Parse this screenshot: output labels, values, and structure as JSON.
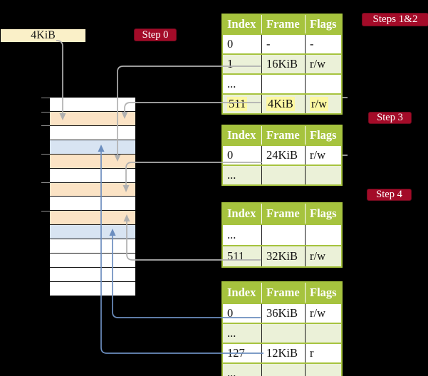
{
  "page_box": {
    "label": "4KiB"
  },
  "badges": {
    "step0": "Step 0",
    "steps12": "Steps 1&2",
    "step3": "Step 3",
    "step4": "Step 4"
  },
  "tables": [
    {
      "id": "page-table-steps-1-2",
      "headers": [
        "Index",
        "Frame",
        "Flags"
      ],
      "rows": [
        {
          "cells": [
            "0",
            "-",
            "-"
          ],
          "highlight": false
        },
        {
          "cells": [
            "1",
            "16KiB",
            "r/w"
          ],
          "highlight": false
        },
        {
          "cells": [
            "...",
            "",
            ""
          ],
          "highlight": false
        },
        {
          "cells": [
            "511",
            "4KiB",
            "r/w"
          ],
          "highlight": true
        }
      ]
    },
    {
      "id": "page-table-step-3",
      "headers": [
        "Index",
        "Frame",
        "Flags"
      ],
      "rows": [
        {
          "cells": [
            "0",
            "24KiB",
            "r/w"
          ],
          "highlight": false
        },
        {
          "cells": [
            "...",
            "",
            ""
          ],
          "highlight": false
        }
      ]
    },
    {
      "id": "page-table-step-4",
      "headers": [
        "Index",
        "Frame",
        "Flags"
      ],
      "rows": [
        {
          "cells": [
            "...",
            "",
            ""
          ],
          "highlight": false
        },
        {
          "cells": [
            "511",
            "32KiB",
            "r/w"
          ],
          "highlight": false
        }
      ]
    },
    {
      "id": "page-table-final",
      "headers": [
        "Index",
        "Frame",
        "Flags"
      ],
      "rows": [
        {
          "cells": [
            "0",
            "36KiB",
            "r/w"
          ],
          "highlight": false
        },
        {
          "cells": [
            "...",
            "",
            ""
          ],
          "highlight": false
        },
        {
          "cells": [
            "127",
            "12KiB",
            "r"
          ],
          "highlight": false
        },
        {
          "cells": [
            "...",
            "",
            ""
          ],
          "highlight": false
        }
      ]
    }
  ],
  "memory": {
    "row_types": [
      "white",
      "orange",
      "white",
      "blue",
      "orange",
      "white",
      "orange",
      "white",
      "orange",
      "blue",
      "white",
      "white",
      "white",
      "white"
    ],
    "tick_ys": [
      137,
      157,
      176,
      216,
      256,
      296
    ]
  },
  "colors": {
    "badge_red": "#a30b28",
    "table_green": "#a6c33e",
    "row_green": "#ebf1d8",
    "highlight_yellow": "#fcf8a2",
    "memory_orange": "#fbe3c5",
    "memory_blue": "#d8e4f2",
    "cream": "#faf0c8",
    "gray_line": "#b0b0b0",
    "blue_line": "#6c8ebf"
  }
}
